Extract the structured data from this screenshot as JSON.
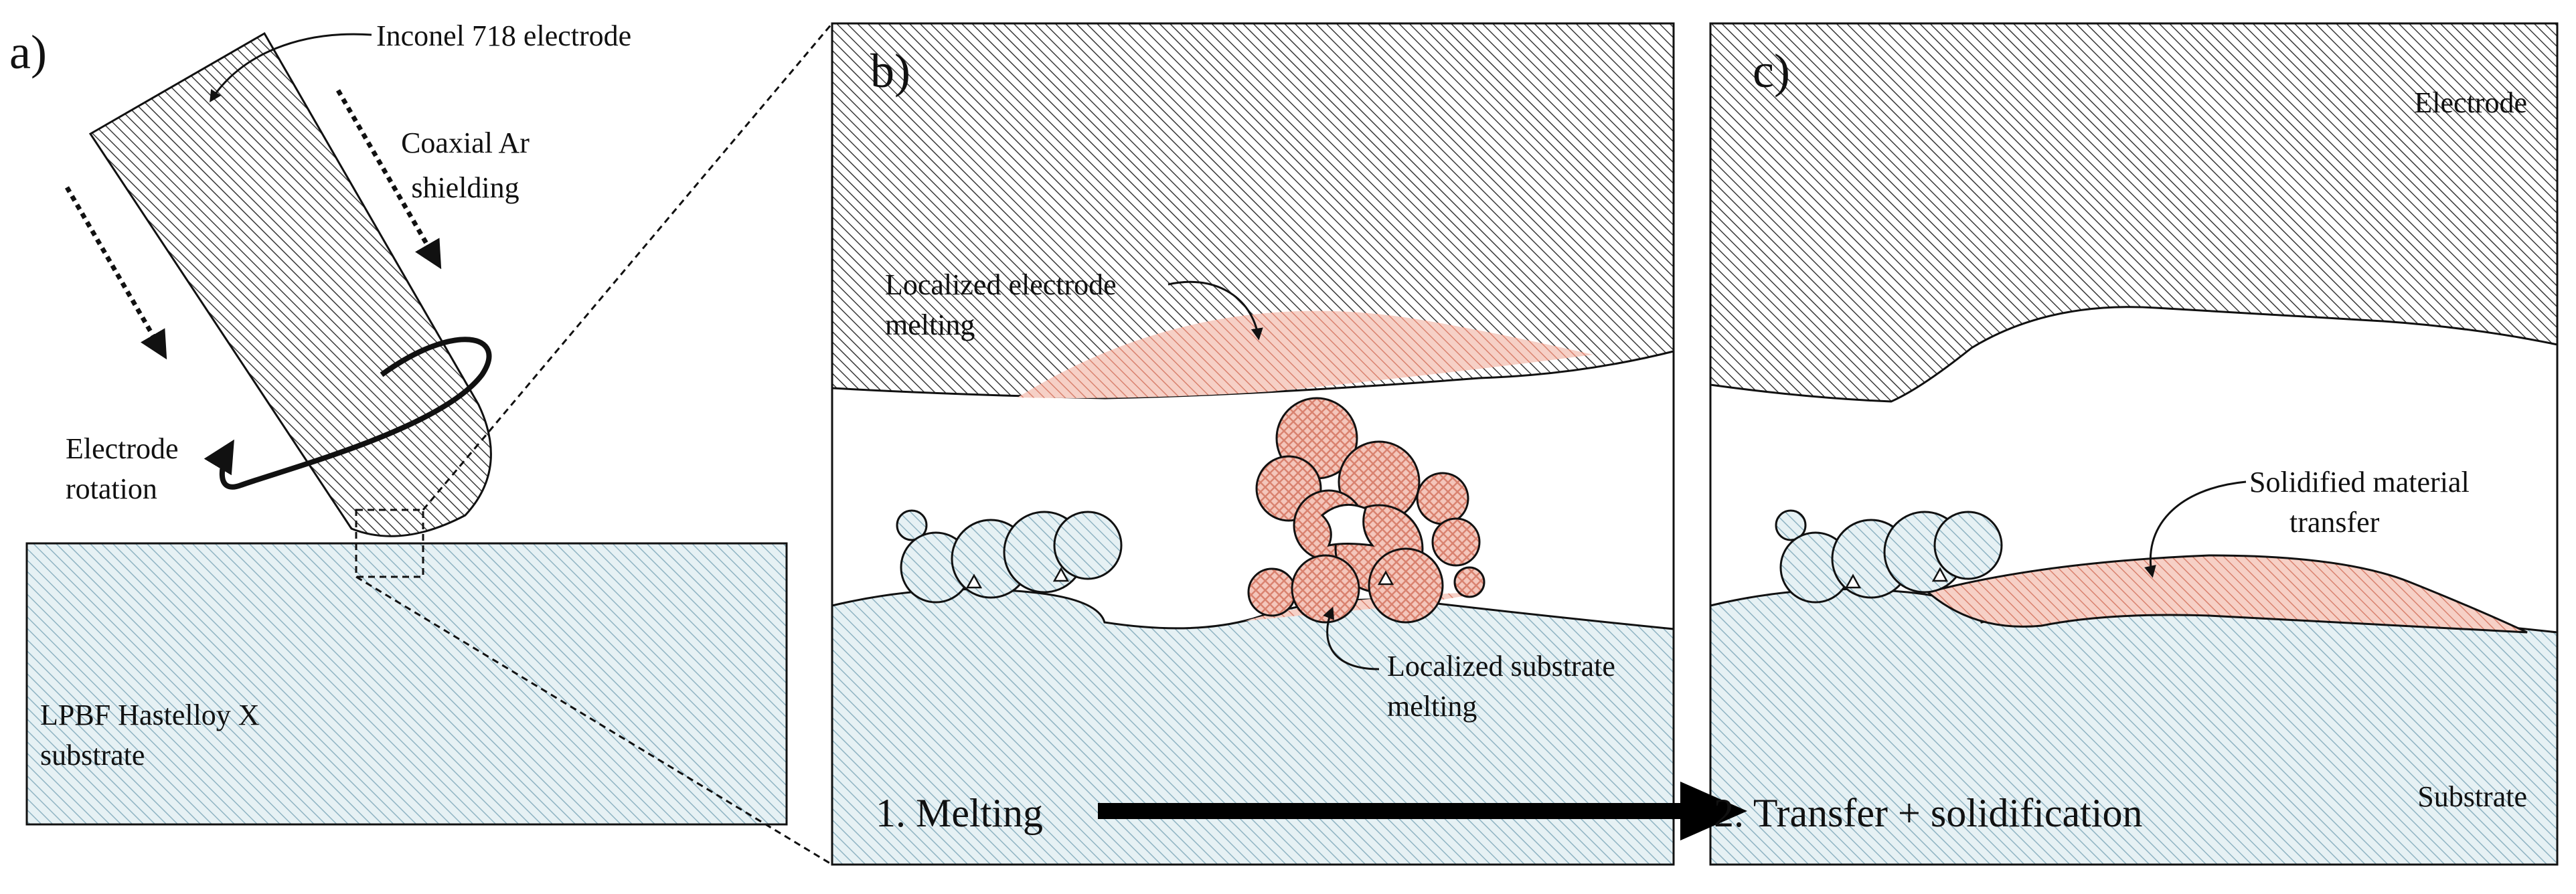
{
  "colors": {
    "hatch_dark": "#3a3a3a",
    "hatch_substrate": "#8fb3c2",
    "fill_substrate": "#e6f1f4",
    "hatch_melt": "#d9826f",
    "fill_melt": "#f6d0c6",
    "outline": "#111111"
  },
  "panels": {
    "a": {
      "label": "a)"
    },
    "b": {
      "label": "b)"
    },
    "c": {
      "label": "c)"
    }
  },
  "labels": {
    "electrode_name": "Inconel 718 electrode",
    "shielding_line1": "Coaxial Ar",
    "shielding_line2": "shielding",
    "rotation_line1": "Electrode",
    "rotation_line2": "rotation",
    "substrate_line1": "LPBF Hastelloy X",
    "substrate_line2": "substrate",
    "electrode_melting_line1": "Localized electrode",
    "electrode_melting_line2": "melting",
    "substrate_melting_line1": "Localized substrate",
    "substrate_melting_line2": "melting",
    "solidified_line1": "Solidified material",
    "solidified_line2": "transfer",
    "electrode": "Electrode",
    "substrate": "Substrate"
  },
  "steps": {
    "step1": "1. Melting",
    "step2": "2. Transfer + solidification"
  },
  "icons": {
    "shield_arrows": "dotted-arrow-icon",
    "rotation": "rotation-arrow-icon",
    "process_arrow": "right-arrow-icon"
  }
}
